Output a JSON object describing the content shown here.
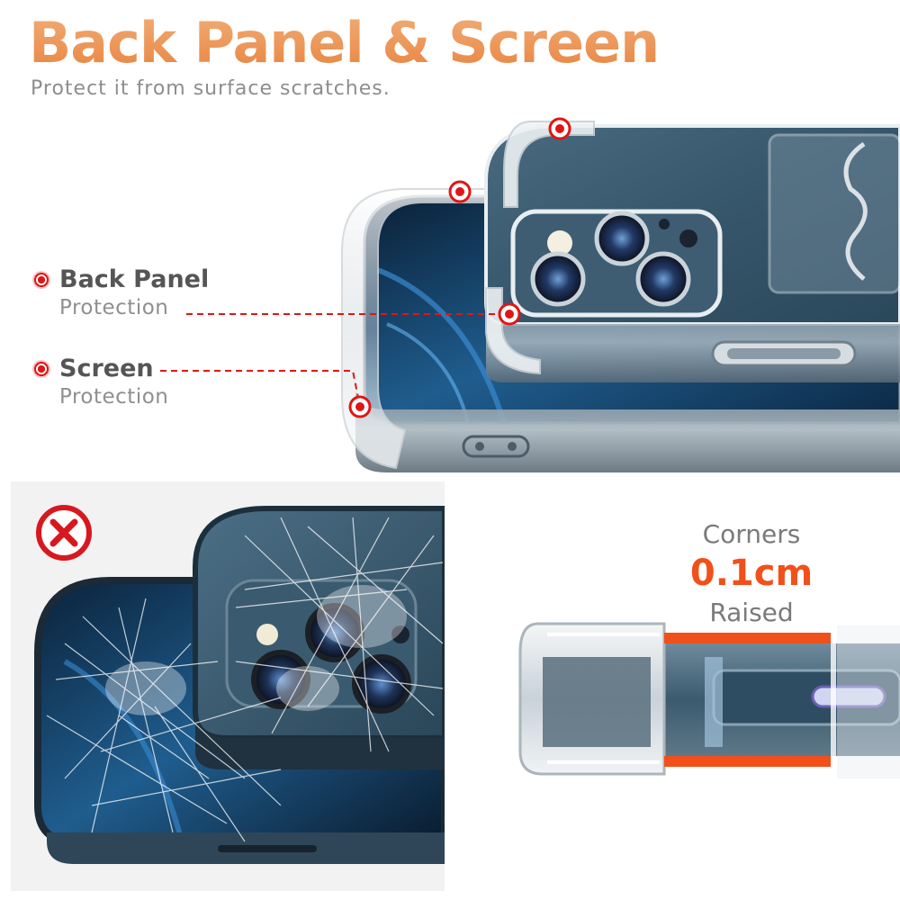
{
  "header": {
    "title": "Back Panel & Screen",
    "subtitle": "Protect it from surface scratches."
  },
  "callouts": [
    {
      "title": "Back Panel",
      "subtitle": "Protection"
    },
    {
      "title": "Screen",
      "subtitle": "Protection"
    }
  ],
  "corners": {
    "top_label": "Corners",
    "value": "0.1cm",
    "bottom_label": "Raised"
  },
  "colors": {
    "title_orange": "#e8813c",
    "callout_red": "#e01616",
    "corner_value_orange": "#f2501a",
    "phone_blue": "#2f4f63",
    "text_gray": "#555555"
  },
  "icons": {
    "no_case_warning": "x-circle-icon",
    "callout_marker": "red-dot-icon"
  }
}
